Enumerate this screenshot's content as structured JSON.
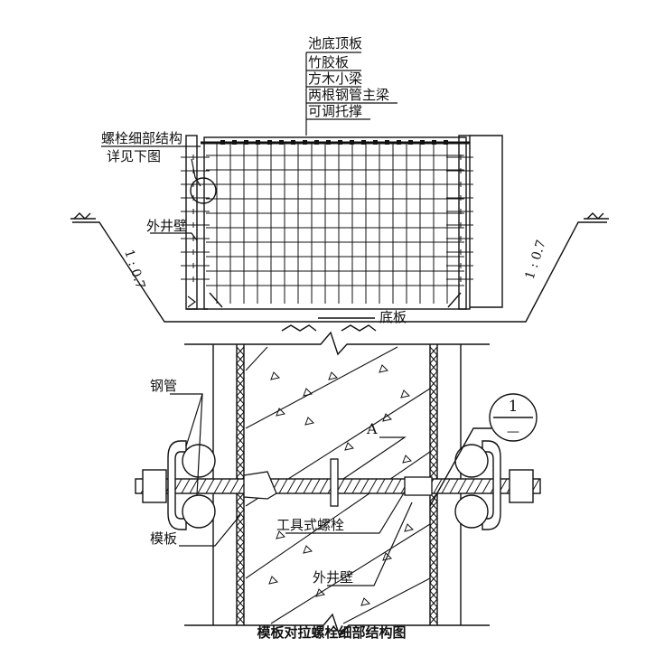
{
  "top_labels": {
    "roof": "池底顶板",
    "bamboo": "竹胶板",
    "timber": "方木小梁",
    "steel_main": "两根钢管主梁",
    "support": "可调托撑",
    "bolt_detail_1": "螺栓细部结构",
    "bolt_detail_2": "详见下图",
    "outer_wall": "外井壁",
    "bottom_slab": "底板",
    "slope_left": "1 : 0.7",
    "slope_right": "1 : 0.7"
  },
  "detail_labels": {
    "pipe": "钢管",
    "formwork": "模板",
    "tool_bolt": "工具式螺栓",
    "outer_wall": "外井壁",
    "mark_a": "A",
    "section_num": "1",
    "section_den": "—"
  },
  "caption": "模板对拉螺栓细部结构图"
}
